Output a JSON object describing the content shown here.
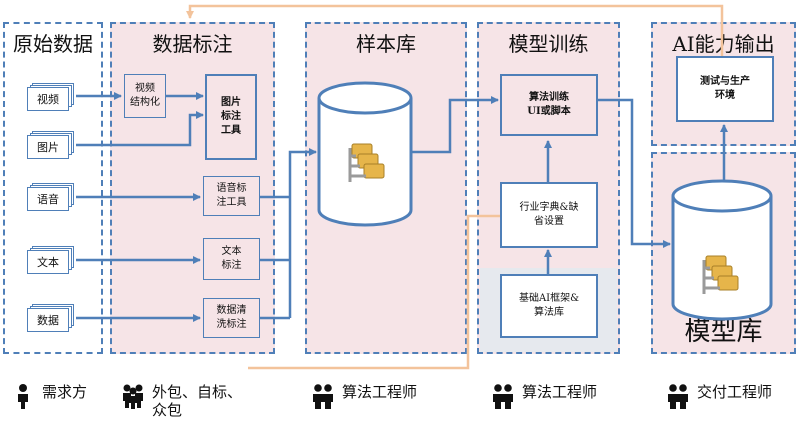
{
  "sections": {
    "raw": "原始数据",
    "label": "数据标注",
    "sample": "样本库",
    "train": "模型训练",
    "ai": "AI能力输出",
    "model_lib": "模型库"
  },
  "raw_inputs": [
    "视频",
    "图片",
    "语音",
    "文本",
    "数据"
  ],
  "label_boxes": {
    "video_struct": "视频\n结构化",
    "image_tool": "图片\n标注\n工具",
    "speech_tool": "语音标\n注工具",
    "text_label": "文本\n标注",
    "clean_label": "数据清\n洗标注"
  },
  "train_boxes": {
    "algo": "算法训练\nUI或脚本",
    "industry": "行业字典&缺\n省设置",
    "base": "基础AI框架&\n算法库"
  },
  "ai_box": "测试与生产\n环境",
  "roles": [
    {
      "label": "需求方",
      "icon": "single-person-icon"
    },
    {
      "label": "外包、自标、\n众包",
      "icon": "group-people-icon"
    },
    {
      "label": "算法工程师",
      "icon": "pair-people-icon"
    },
    {
      "label": "算法工程师",
      "icon": "pair-people-icon"
    },
    {
      "label": "交付工程师",
      "icon": "pair-people-icon"
    }
  ],
  "colors": {
    "flow": "#4f7fb8",
    "feedback": "#f3c39b",
    "panel": "#f6e4e7",
    "panel_gray": "#e6e9ee"
  }
}
